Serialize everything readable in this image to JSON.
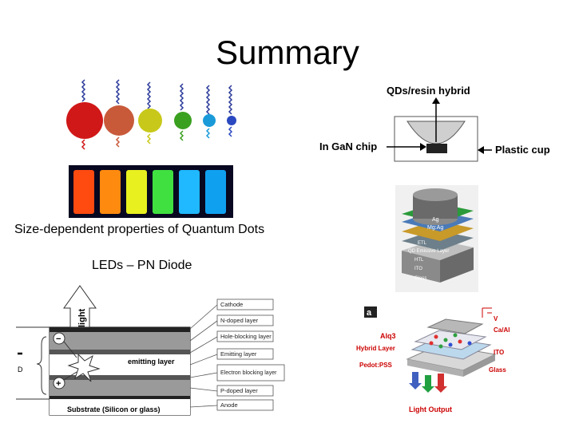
{
  "slide": {
    "title": "Summary",
    "caption_qd": "Size-dependent properties of Quantum Dots",
    "caption_led": "LEDs – PN Diode"
  },
  "qd_figure": {
    "dot_colors": [
      "#d01818",
      "#c85a3a",
      "#c8c81a",
      "#3aa020",
      "#1a9ad8",
      "#2a48c0"
    ],
    "vial_colors": [
      "#ff4a10",
      "#ff8a10",
      "#e8f020",
      "#40e040",
      "#20b8ff",
      "#10a0f0"
    ]
  },
  "cup_diagram": {
    "label_hybrid": "QDs/resin hybrid",
    "label_chip": "In GaN chip",
    "label_cup": "Plastic cup"
  },
  "stack_figure": {
    "layers": [
      "Ag",
      "Mg:Ag",
      "ETL",
      "QD Emissive Layer",
      "HTL",
      "ITO",
      "Glass"
    ]
  },
  "pn_diagram": {
    "light_label": "light",
    "emitting_label": "emitting layer",
    "minus_sign": "−",
    "plus_sign": "+",
    "substrate_label": "Substrate (Silicon or glass)",
    "layer_labels": [
      "Cathode",
      "N-doped layer",
      "Hole-blocking layer",
      "Emitting layer",
      "Electron blocking layer",
      "P-doped layer",
      "Anode"
    ]
  },
  "oled_figure": {
    "panel_letter": "a",
    "label_v": "V",
    "label_caal": "Ca/Al",
    "label_alq": "Alq3",
    "label_hybrid": "Hybrid Layer",
    "label_pedot": "Pedot:PSS",
    "label_ito": "ITO",
    "label_glass": "Glass",
    "label_output": "Light Output"
  }
}
